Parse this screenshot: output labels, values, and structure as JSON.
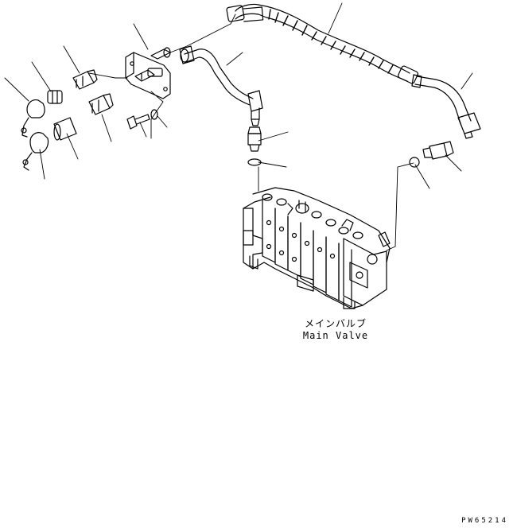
{
  "labels": {
    "jp": "メインバルブ",
    "en": "Main Valve"
  },
  "drawing_code": "PW65214"
}
